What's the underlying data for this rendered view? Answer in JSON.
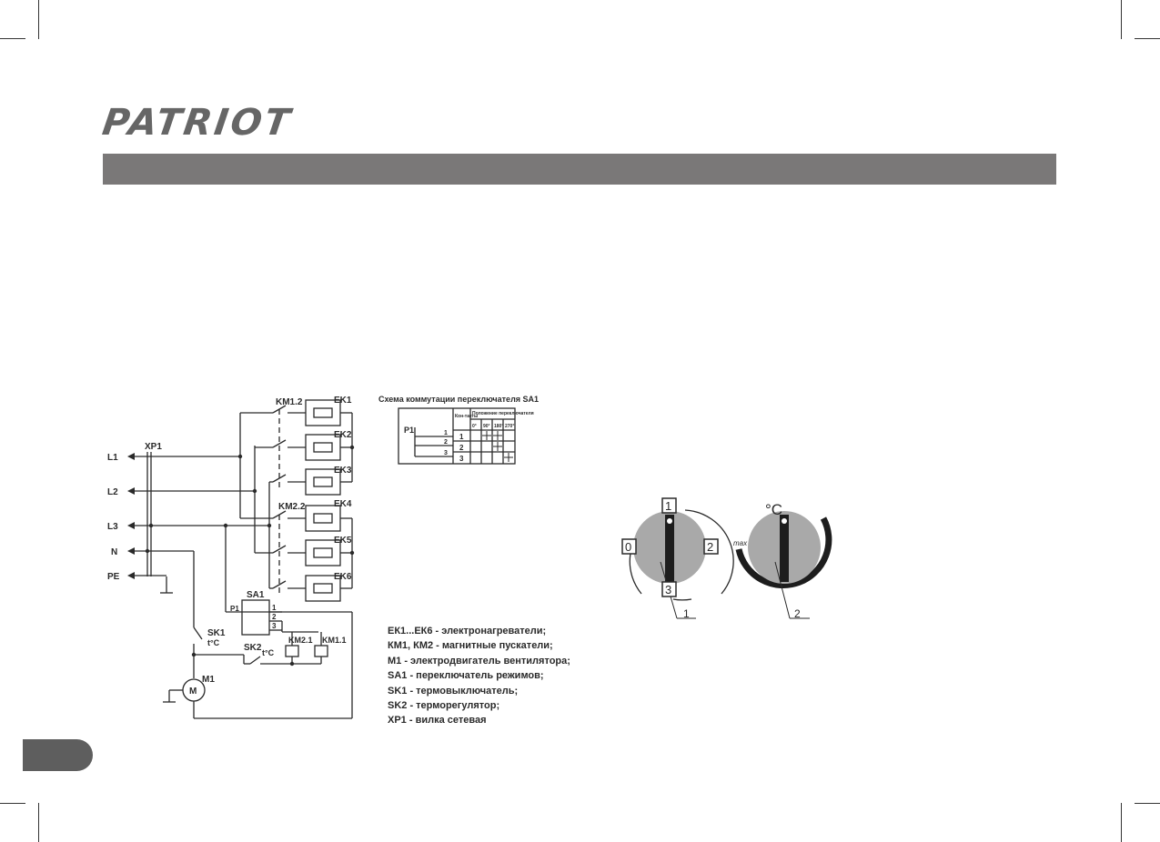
{
  "logo": "PATRIOT",
  "circuit": {
    "xp1": "XP1",
    "lines": [
      "L1",
      "L2",
      "L3",
      "N",
      "PE"
    ],
    "heaters": [
      "EK1",
      "EK2",
      "EK3",
      "EK4",
      "EK5",
      "EK6"
    ],
    "contactors": [
      "KM1.2",
      "KM2.2"
    ],
    "coils": [
      "KM2.1",
      "KM1.1"
    ],
    "sa1": "SA1",
    "p1": "P1",
    "sa1_contacts": [
      "1",
      "2",
      "3"
    ],
    "sk1": "SK1",
    "sk2": "SK2",
    "tc": "t°C",
    "m1": "M1",
    "motor_symbol": "M"
  },
  "switch_table": {
    "caption": "Схема коммутации переключателя SA1",
    "p1": "P1",
    "contacts_header": "Кон-такты",
    "positions_header": "Положение переключателя",
    "angles": [
      "0°",
      "90°",
      "180°",
      "270°"
    ],
    "rows": [
      "1",
      "2",
      "3"
    ],
    "marks": [
      [
        1,
        2
      ],
      [
        2
      ],
      [
        3
      ]
    ]
  },
  "legend": [
    "ЕК1...ЕК6 - электронагреватели;",
    "КМ1, КМ2 - магнитные пускатели;",
    "М1 - электродвигатель вентилятора;",
    "SA1 - переключатель режимов;",
    "SK1 - термовыключатель;",
    "SK2 - терморегулятор;",
    "XP1 - вилка сетевая"
  ],
  "knob1": {
    "positions": [
      "1",
      "2",
      "3",
      "0"
    ],
    "callout": "1"
  },
  "knob2": {
    "unit": "°C",
    "max_label": "max",
    "callout": "2"
  }
}
